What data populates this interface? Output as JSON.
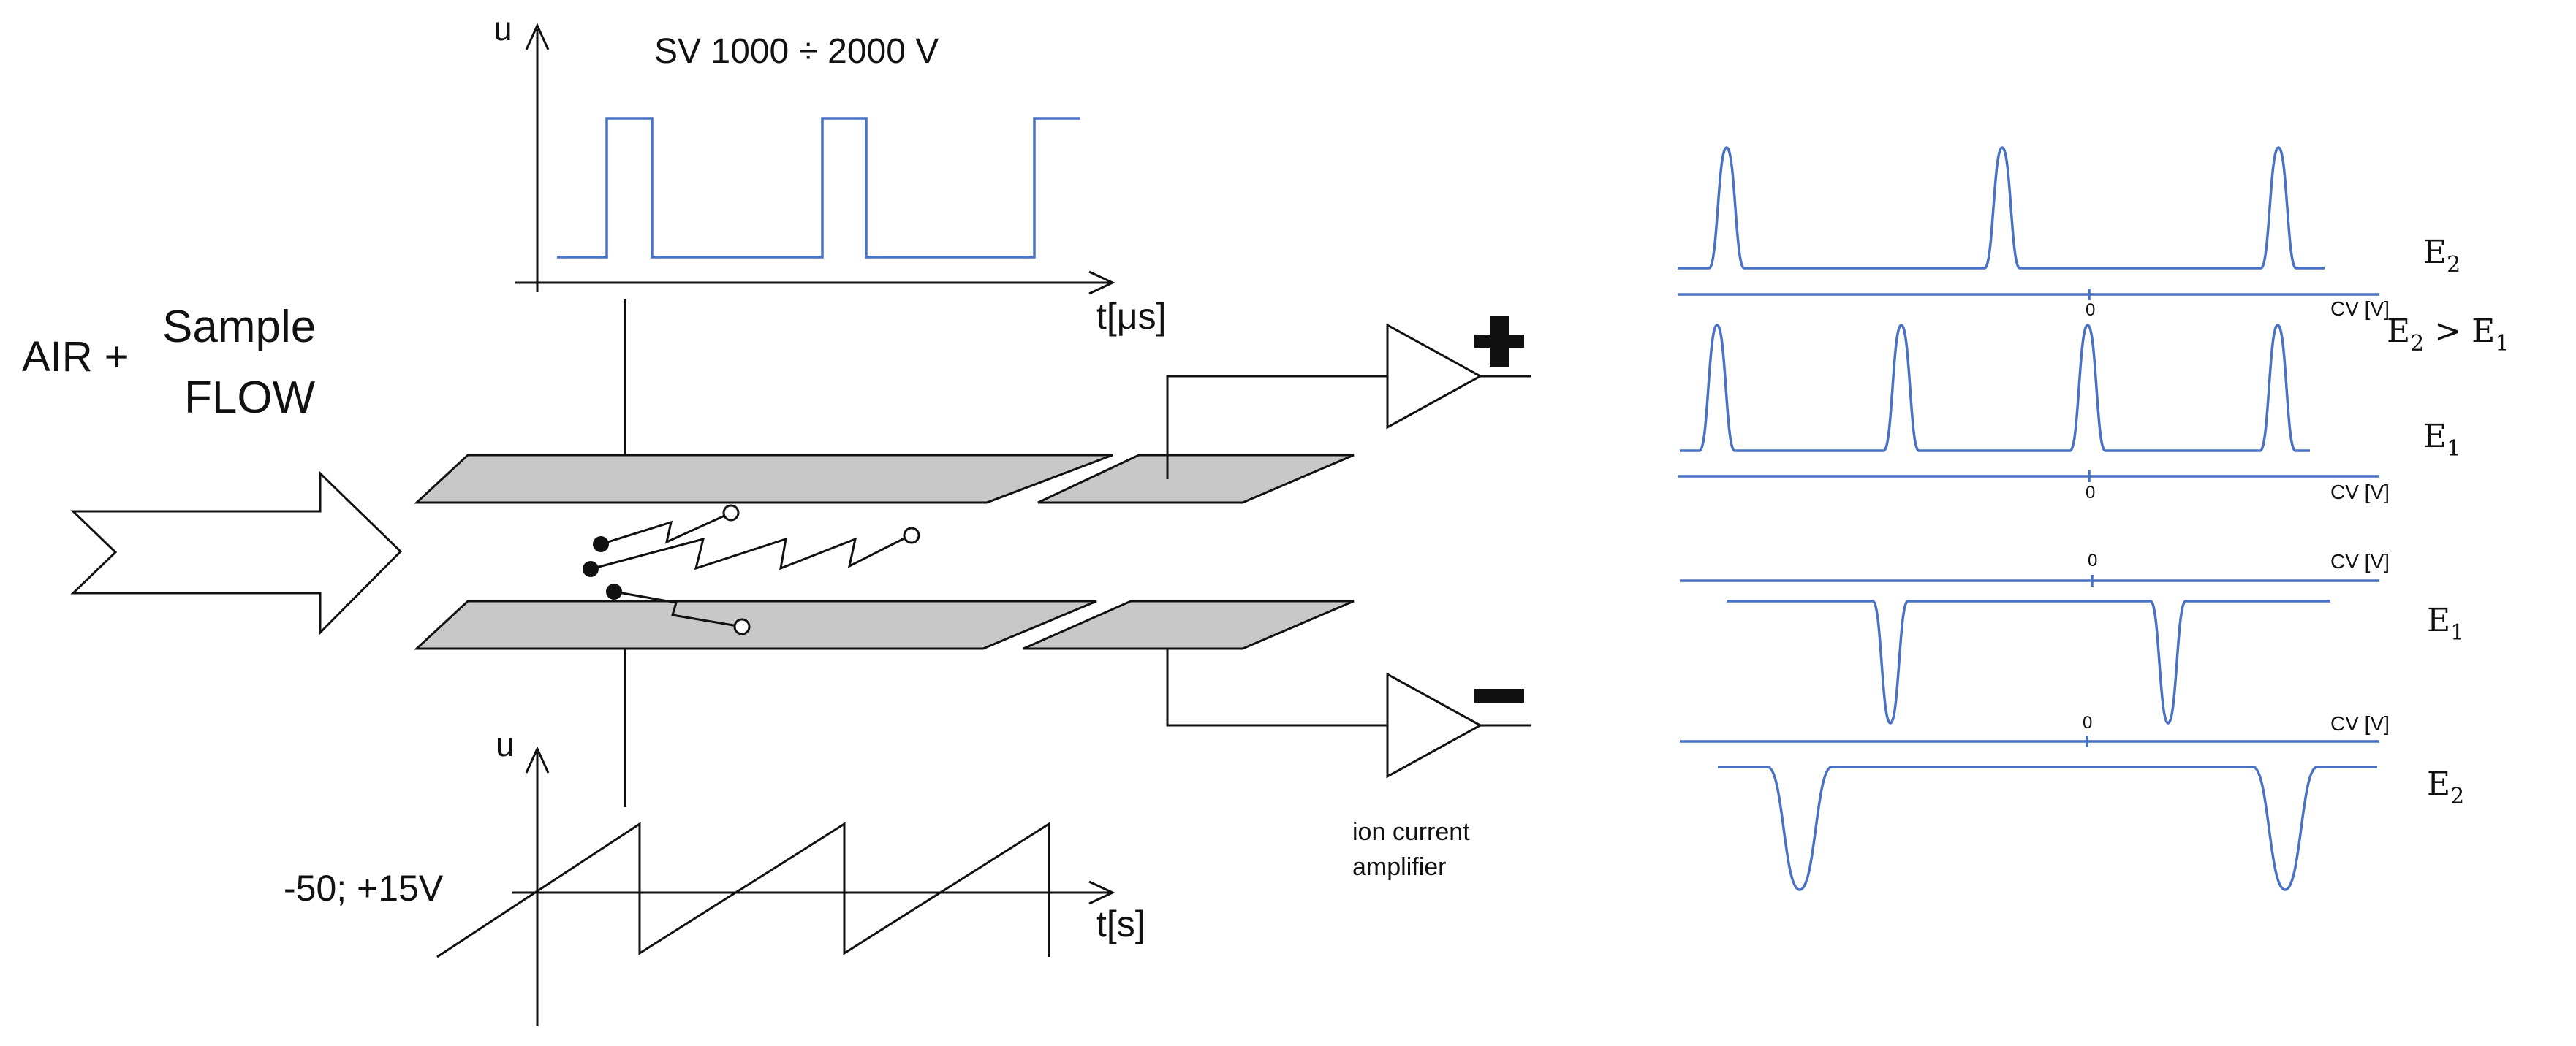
{
  "labels": {
    "u_top": "u",
    "sv_voltage": "SV  1000 ÷ 2000 V",
    "t_us": "t[μs]",
    "air": "AIR +",
    "sample": "Sample",
    "flow": "FLOW",
    "u_bottom": "u",
    "cv_voltage": "-50; +15V",
    "t_s": "t[s]",
    "amp_line1": "ion current",
    "amp_line2": "amplifier"
  },
  "spectra": {
    "zero": "0",
    "cv_unit": "CV [V]",
    "e2": "E",
    "e2_sub": "2",
    "e1": "E",
    "e1_sub": "1",
    "cmp_e_a": "E",
    "cmp_sub_a": "2",
    "cmp_op": " > ",
    "cmp_e_b": "E",
    "cmp_sub_b": "1"
  },
  "colors": {
    "signal": "#4a72c4",
    "plate": "#c8c8c8",
    "ink": "#111111"
  }
}
